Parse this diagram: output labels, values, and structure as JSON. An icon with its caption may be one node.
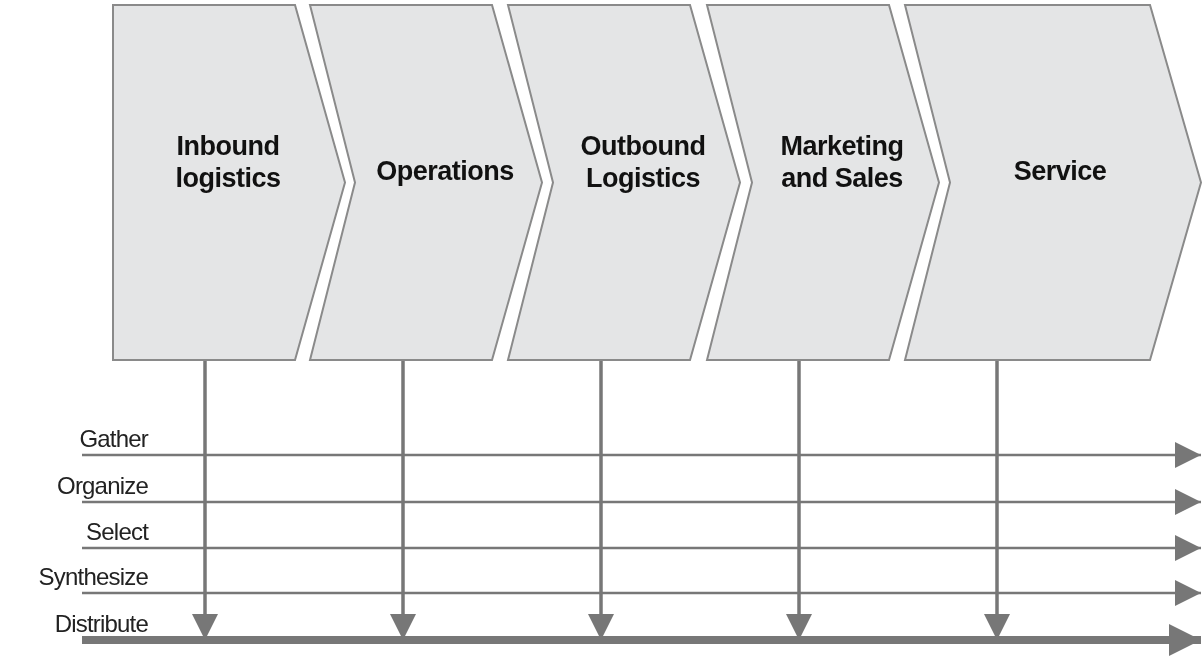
{
  "diagram": {
    "nodes": [
      {
        "text": [
          "Inbound logistics"
        ]
      },
      {
        "text": [
          "Operations"
        ]
      },
      {
        "text": [
          "Outbound Logistics"
        ]
      },
      {
        "text": [
          "Marketing and Sales"
        ]
      },
      {
        "text": [
          "Service"
        ]
      },
      {
        "text": [
          "Gather"
        ]
      },
      {
        "text": [
          "Organize"
        ]
      },
      {
        "text": [
          "Select"
        ]
      },
      {
        "text": [
          "Synthesize"
        ]
      },
      {
        "text": [
          "Distribute"
        ]
      }
    ],
    "edges": [
      {
        "from": 0,
        "to": null,
        "arrow": "to"
      },
      {
        "from": 1,
        "to": null,
        "arrow": "to"
      },
      {
        "from": 2,
        "to": null,
        "arrow": "to"
      },
      {
        "from": 3,
        "to": null,
        "arrow": "to"
      },
      {
        "from": 4,
        "to": null,
        "arrow": "to"
      },
      {
        "from": 5,
        "to": null,
        "arrow": "to"
      },
      {
        "from": 6,
        "to": null,
        "arrow": "to"
      },
      {
        "from": 7,
        "to": null,
        "arrow": "to"
      },
      {
        "from": 8,
        "to": null,
        "arrow": "to"
      },
      {
        "from": 9,
        "to": null,
        "arrow": "to",
        "style": "thick"
      }
    ]
  }
}
